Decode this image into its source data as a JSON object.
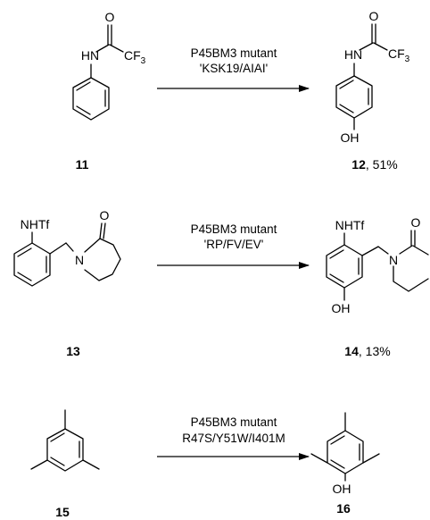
{
  "reactions": [
    {
      "substrate": {
        "number": "11"
      },
      "conditions": {
        "line1": "P45BM3 mutant",
        "line2": "'KSK19/AIAI'"
      },
      "product": {
        "number": "12",
        "yield": ", 51%"
      }
    },
    {
      "substrate": {
        "number": "13"
      },
      "conditions": {
        "line1": "P45BM3 mutant",
        "line2": "'RP/FV/EV'"
      },
      "product": {
        "number": "14",
        "yield": ", 13%"
      }
    },
    {
      "substrate": {
        "number": "15"
      },
      "conditions": {
        "line1": "P45BM3 mutant",
        "line2": "R47S/Y51W/I401M"
      },
      "product": {
        "number": "16",
        "yield": ""
      }
    }
  ],
  "atoms": {
    "o": "O",
    "hn": "HN",
    "nhtf": "NHTf",
    "n": "N",
    "oh": "OH",
    "cf3": "CF",
    "cf3_sub": "3"
  }
}
